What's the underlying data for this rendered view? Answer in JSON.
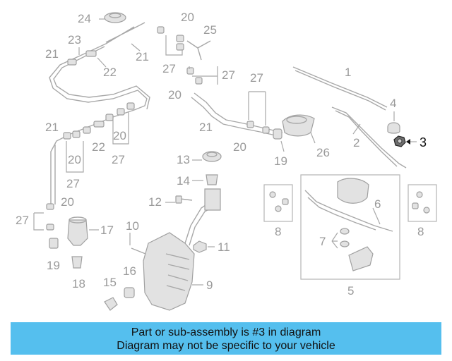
{
  "callouts": {
    "c1": "1",
    "c2": "2",
    "c3": "3",
    "c4": "4",
    "c5": "5",
    "c6": "6",
    "c7": "7",
    "c8a": "8",
    "c8b": "8",
    "c9": "9",
    "c10": "10",
    "c11": "11",
    "c12": "12",
    "c13": "13",
    "c14": "14",
    "c15": "15",
    "c16": "16",
    "c17": "17",
    "c18": "18",
    "c19a": "19",
    "c19b": "19",
    "c20a": "20",
    "c20b": "20",
    "c20c": "20",
    "c20d": "20",
    "c20e": "20",
    "c20f": "20",
    "c21a": "21",
    "c21b": "21",
    "c21c": "21",
    "c21d": "21",
    "c22a": "22",
    "c22b": "22",
    "c23": "23",
    "c24": "24",
    "c25": "25",
    "c26": "26",
    "c27a": "27",
    "c27b": "27",
    "c27c": "27",
    "c27d": "27",
    "c27e": "27",
    "c27f": "27"
  },
  "highlighted_part": "3",
  "colors": {
    "banner": "#55bfee",
    "parts": "#a8a8a8",
    "highlight": "#111111"
  },
  "banner": {
    "line1": "Part or sub-assembly is #3 in diagram",
    "line2": "Diagram may not be specific to your vehicle"
  }
}
